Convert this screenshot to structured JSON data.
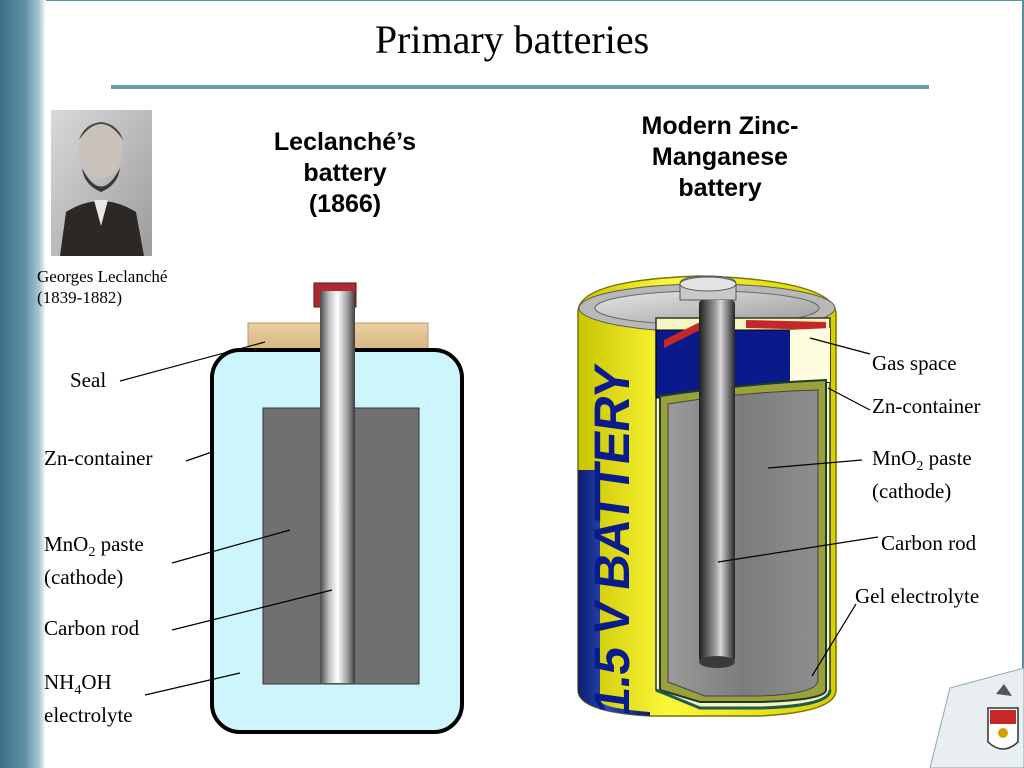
{
  "slide": {
    "title": "Primary batteries",
    "colors": {
      "accent": "#6a9bb1",
      "sidebar": "#4f8197"
    }
  },
  "portrait": {
    "caption_name": "Georges Leclanché",
    "caption_years": "(1839-1882)"
  },
  "leclanche": {
    "heading_line1": "Leclanché’s",
    "heading_line2": "battery",
    "heading_line3": "(1866)",
    "labels": {
      "seal": "Seal",
      "zn_container": "Zn-container",
      "mno2_a": "MnO",
      "mno2_sub": "2",
      "mno2_b": " paste",
      "cathode": "(cathode)",
      "carbon_rod": "Carbon rod",
      "nh4oh_a": "NH",
      "nh4oh_sub": "4",
      "nh4oh_b": "OH",
      "electrolyte": "electrolyte"
    }
  },
  "modern": {
    "heading_line1": "Modern Zinc-",
    "heading_line2": "Manganese",
    "heading_line3": "battery",
    "can_text": "1.5 V BATTERY",
    "labels": {
      "gas_space": "Gas space",
      "zn_container": "Zn-container",
      "mno2_a": "MnO",
      "mno2_sub": "2",
      "mno2_b": " paste",
      "cathode": "(cathode)",
      "carbon_rod": "Carbon rod",
      "gel_electrolyte": "Gel electrolyte"
    }
  }
}
